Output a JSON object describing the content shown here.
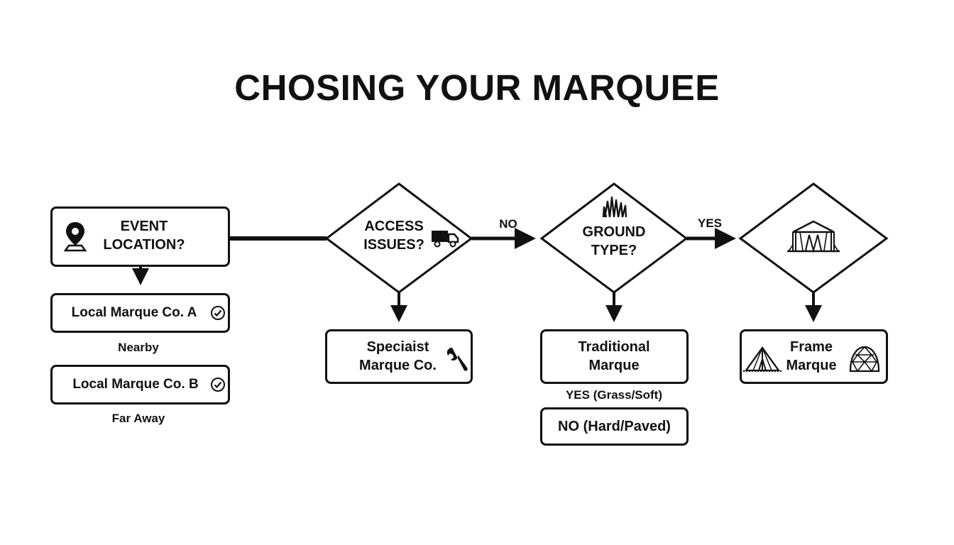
{
  "title": "CHOSING YOUR MARQUEE",
  "nodes": {
    "event_location": "EVENT\nLOCATION?",
    "local_a": "Local Marque Co. A",
    "local_b": "Local Marque Co. B",
    "access_issues": "ACCESS\nISSUES?",
    "ground_type": "GROUND\nTYPE?",
    "specialist": "Speciaist\nMarque Co.",
    "traditional": "Traditional\nMarque",
    "frame": "Frame\nMarque",
    "no_hard": "NO (Hard/Paved)"
  },
  "edge_labels": {
    "nearby": "Nearby",
    "far_away": "Far Away",
    "no": "NO",
    "yes": "YES",
    "yes_grass": "YES (Grass/Soft)"
  },
  "icons": {
    "location": "map-pin-icon",
    "check": "check-circle-icon",
    "truck": "truck-icon",
    "grass": "grass-icon",
    "marquee": "marquee-tent-icon",
    "wrench": "wrench-icon",
    "tent": "tent-icon",
    "dome": "geodesic-dome-icon"
  }
}
